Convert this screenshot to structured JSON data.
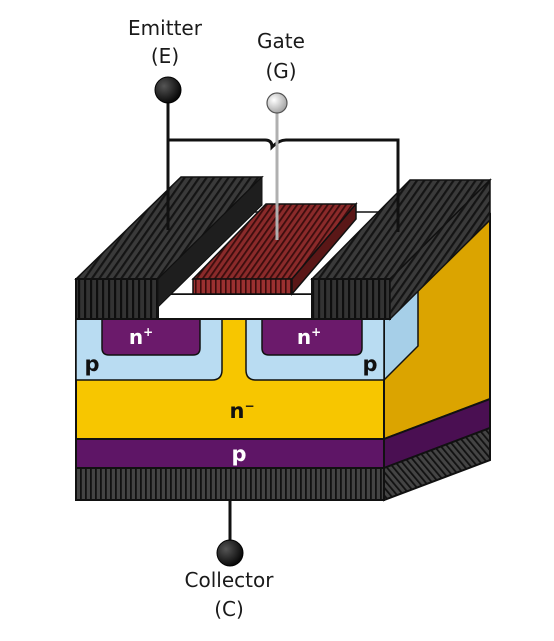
{
  "terminals": {
    "emitter": {
      "name": "Emitter",
      "symbol": "(E)"
    },
    "gate": {
      "name": "Gate",
      "symbol": "(G)"
    },
    "collector": {
      "name": "Collector",
      "symbol": "(C)"
    }
  },
  "regions": {
    "n_plus": {
      "base": "n",
      "sup": "+"
    },
    "p_well": "p",
    "n_minus": {
      "base": "n",
      "sup": "−"
    },
    "p_substrate": "p"
  },
  "colors": {
    "metal": "#2b2b2b",
    "gate_poly": "#8b2a2a",
    "oxide": "#ffffff",
    "p_well": "#b9dcf2",
    "n_plus": "#6b1a6b",
    "n_minus": "#f7c600",
    "n_minus_side": "#dba400",
    "p_substrate": "#5e1566",
    "collector_metal": "#333333",
    "wire": "#111111",
    "terminal_dark": "#111111",
    "terminal_light": "#e8e8e8"
  }
}
